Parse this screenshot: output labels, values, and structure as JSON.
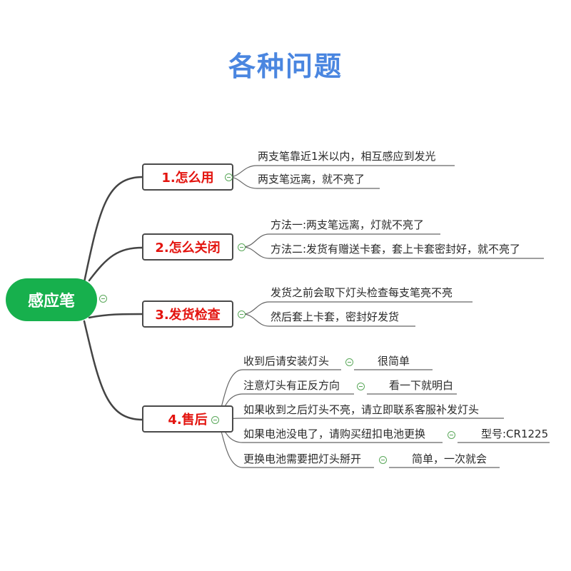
{
  "title": "各种问题",
  "root": {
    "label": "感应笔"
  },
  "branches": [
    {
      "label": "1.怎么用",
      "items": [
        {
          "text": "两支笔靠近1米以内，相互感应到发光"
        },
        {
          "text": "两支笔远离，就不亮了"
        }
      ]
    },
    {
      "label": "2.怎么关闭",
      "items": [
        {
          "text": "方法一:两支笔远离，灯就不亮了"
        },
        {
          "text": "方法二:发货有赠送卡套，套上卡套密封好，就不亮了"
        }
      ]
    },
    {
      "label": "3.发货检查",
      "items": [
        {
          "text": "发货之前会取下灯头检查每支笔亮不亮"
        },
        {
          "text": "然后套上卡套，密封好发货"
        }
      ]
    },
    {
      "label": "4.售后",
      "items": [
        {
          "text": "收到后请安装灯头",
          "child": "很简单"
        },
        {
          "text": "注意灯头有正反方向",
          "child": "看一下就明白"
        },
        {
          "text": "如果收到之后灯头不亮，请立即联系客服补发灯头"
        },
        {
          "text": "如果电池没电了，请购买纽扣电池更换",
          "child": "型号:CR1225"
        },
        {
          "text": "更换电池需要把灯头掰开",
          "child": "简单，一次就会"
        }
      ]
    }
  ]
}
